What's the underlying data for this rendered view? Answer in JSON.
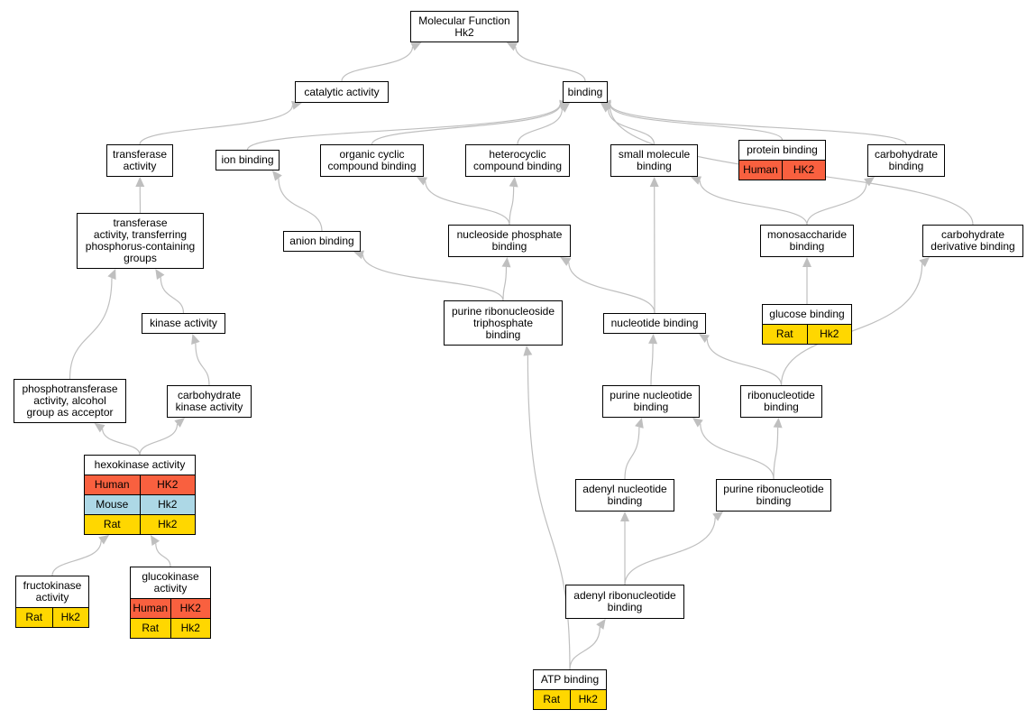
{
  "colors": {
    "edge": "#bfbfbf",
    "Human": "#f9603f",
    "Mouse": "#add8e6",
    "Rat": "#ffd700"
  },
  "nodes": [
    {
      "id": "mf",
      "label": "Molecular Function\nHk2",
      "rows": []
    },
    {
      "id": "catalytic",
      "label": "catalytic activity",
      "rows": []
    },
    {
      "id": "binding",
      "label": "binding",
      "rows": []
    },
    {
      "id": "transferase",
      "label": "transferase\nactivity",
      "rows": []
    },
    {
      "id": "ion",
      "label": "ion binding",
      "rows": []
    },
    {
      "id": "organic",
      "label": "organic cyclic\ncompound binding",
      "rows": []
    },
    {
      "id": "heterocyclic",
      "label": "heterocyclic\ncompound binding",
      "rows": []
    },
    {
      "id": "smallmol",
      "label": "small molecule\nbinding",
      "rows": []
    },
    {
      "id": "protein",
      "label": "protein binding",
      "rows": [
        {
          "species": "Human",
          "gene": "HK2"
        }
      ]
    },
    {
      "id": "carbohydrate",
      "label": "carbohydrate\nbinding",
      "rows": []
    },
    {
      "id": "transferase_p",
      "label": "transferase\nactivity, transferring\nphosphorus-containing\ngroups",
      "rows": []
    },
    {
      "id": "anion",
      "label": "anion binding",
      "rows": []
    },
    {
      "id": "nucphos",
      "label": "nucleoside phosphate\nbinding",
      "rows": []
    },
    {
      "id": "monosacch",
      "label": "monosaccharide\nbinding",
      "rows": []
    },
    {
      "id": "carbderiv",
      "label": "carbohydrate\nderivative binding",
      "rows": []
    },
    {
      "id": "kinase",
      "label": "kinase activity",
      "rows": []
    },
    {
      "id": "purinetri",
      "label": "purine ribonucleoside\ntriphosphate\nbinding",
      "rows": []
    },
    {
      "id": "nucleotide",
      "label": "nucleotide binding",
      "rows": []
    },
    {
      "id": "glucose",
      "label": "glucose binding",
      "rows": [
        {
          "species": "Rat",
          "gene": "Hk2"
        }
      ]
    },
    {
      "id": "phosphotrans",
      "label": "phosphotransferase\nactivity, alcohol\ngroup as acceptor",
      "rows": []
    },
    {
      "id": "carbkinase",
      "label": "carbohydrate\nkinase activity",
      "rows": []
    },
    {
      "id": "purinenuc",
      "label": "purine nucleotide\nbinding",
      "rows": []
    },
    {
      "id": "ribonuc",
      "label": "ribonucleotide\nbinding",
      "rows": []
    },
    {
      "id": "hexokinase",
      "label": "hexokinase activity",
      "rows": [
        {
          "species": "Human",
          "gene": "HK2"
        },
        {
          "species": "Mouse",
          "gene": "Hk2"
        },
        {
          "species": "Rat",
          "gene": "Hk2"
        }
      ]
    },
    {
      "id": "adenylnuc",
      "label": "adenyl nucleotide\nbinding",
      "rows": []
    },
    {
      "id": "purineribo",
      "label": "purine ribonucleotide\nbinding",
      "rows": []
    },
    {
      "id": "fructokinase",
      "label": "fructokinase\nactivity",
      "rows": [
        {
          "species": "Rat",
          "gene": "Hk2"
        }
      ]
    },
    {
      "id": "glucokinase",
      "label": "glucokinase\nactivity",
      "rows": [
        {
          "species": "Human",
          "gene": "HK2"
        },
        {
          "species": "Rat",
          "gene": "Hk2"
        }
      ]
    },
    {
      "id": "adenylribo",
      "label": "adenyl ribonucleotide\nbinding",
      "rows": []
    },
    {
      "id": "atp",
      "label": "ATP binding",
      "rows": [
        {
          "species": "Rat",
          "gene": "Hk2"
        }
      ]
    }
  ],
  "edges": [
    [
      "catalytic",
      "mf"
    ],
    [
      "binding",
      "mf"
    ],
    [
      "transferase",
      "catalytic"
    ],
    [
      "ion",
      "binding"
    ],
    [
      "organic",
      "binding"
    ],
    [
      "heterocyclic",
      "binding"
    ],
    [
      "smallmol",
      "binding"
    ],
    [
      "protein",
      "binding"
    ],
    [
      "carbohydrate",
      "binding"
    ],
    [
      "carbderiv",
      "binding"
    ],
    [
      "transferase_p",
      "transferase"
    ],
    [
      "anion",
      "ion"
    ],
    [
      "nucphos",
      "organic"
    ],
    [
      "nucphos",
      "heterocyclic"
    ],
    [
      "monosacch",
      "smallmol"
    ],
    [
      "monosacch",
      "carbohydrate"
    ],
    [
      "kinase",
      "transferase_p"
    ],
    [
      "phosphotrans",
      "transferase_p"
    ],
    [
      "purinetri",
      "anion"
    ],
    [
      "purinetri",
      "nucphos"
    ],
    [
      "nucleotide",
      "nucphos"
    ],
    [
      "nucleotide",
      "smallmol"
    ],
    [
      "glucose",
      "monosacch"
    ],
    [
      "carbkinase",
      "kinase"
    ],
    [
      "purinenuc",
      "nucleotide"
    ],
    [
      "ribonuc",
      "nucleotide"
    ],
    [
      "ribonuc",
      "carbderiv"
    ],
    [
      "hexokinase",
      "phosphotrans"
    ],
    [
      "hexokinase",
      "carbkinase"
    ],
    [
      "adenylnuc",
      "purinenuc"
    ],
    [
      "purineribo",
      "purinenuc"
    ],
    [
      "purineribo",
      "ribonuc"
    ],
    [
      "fructokinase",
      "hexokinase"
    ],
    [
      "glucokinase",
      "hexokinase"
    ],
    [
      "adenylribo",
      "adenylnuc"
    ],
    [
      "adenylribo",
      "purineribo"
    ],
    [
      "atp",
      "purinetri"
    ],
    [
      "atp",
      "adenylribo"
    ]
  ]
}
